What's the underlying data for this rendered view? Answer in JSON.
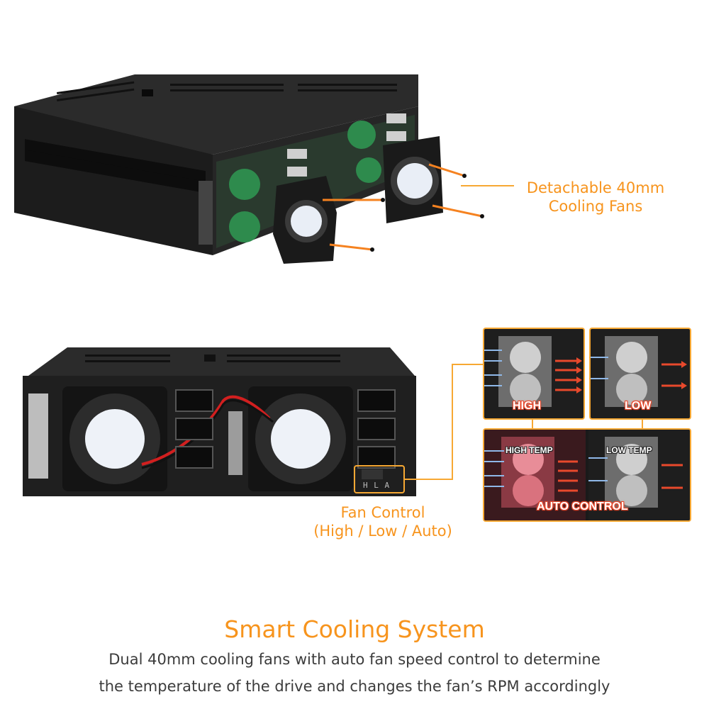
{
  "callouts": {
    "fans_line1": "Detachable 40mm",
    "fans_line2": "Cooling Fans",
    "control_line1": "Fan Control",
    "control_line2": "(High / Low / Auto)"
  },
  "modes": {
    "high": "HIGH",
    "low": "LOW",
    "high_temp": "HIGH TEMP",
    "low_temp": "LOW TEMP",
    "auto": "AUTO CONTROL"
  },
  "switch_label": "H L A",
  "heading": "Smart Cooling System",
  "description": {
    "line1": "Dual 40mm cooling fans with auto fan speed control to determine",
    "line2": "the temperature of the drive and changes the fan’s RPM accordingly"
  },
  "colors": {
    "accent": "#f7941d",
    "panel_border": "#f7a833",
    "hot": "#e8492c",
    "cool": "#8fb8e8"
  }
}
